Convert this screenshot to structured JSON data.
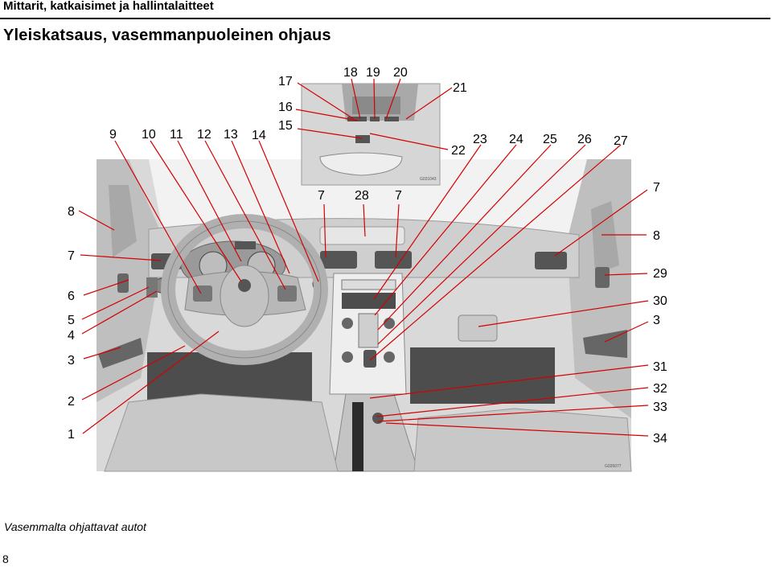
{
  "header": {
    "section": "Mittarit, katkaisimet ja hallintalaitteet"
  },
  "title": "Yleiskatsaus, vasemmanpuoleinen ohjaus",
  "caption": "Vasemmalta ohjattavat autot",
  "page_number": "8",
  "figure_codes": {
    "inset": "G031043",
    "main": "G035077"
  },
  "callouts": [
    {
      "id": "c1",
      "label": "1"
    },
    {
      "id": "c2",
      "label": "2"
    },
    {
      "id": "c3l",
      "label": "3"
    },
    {
      "id": "c4",
      "label": "4"
    },
    {
      "id": "c5",
      "label": "5"
    },
    {
      "id": "c6",
      "label": "6"
    },
    {
      "id": "c7l",
      "label": "7"
    },
    {
      "id": "c8l",
      "label": "8"
    },
    {
      "id": "c9",
      "label": "9"
    },
    {
      "id": "c10",
      "label": "10"
    },
    {
      "id": "c11",
      "label": "11"
    },
    {
      "id": "c12",
      "label": "12"
    },
    {
      "id": "c13",
      "label": "13"
    },
    {
      "id": "c14",
      "label": "14"
    },
    {
      "id": "c15",
      "label": "15"
    },
    {
      "id": "c16",
      "label": "16"
    },
    {
      "id": "c17",
      "label": "17"
    },
    {
      "id": "c18",
      "label": "18"
    },
    {
      "id": "c19",
      "label": "19"
    },
    {
      "id": "c20",
      "label": "20"
    },
    {
      "id": "c21",
      "label": "21"
    },
    {
      "id": "c22",
      "label": "22"
    },
    {
      "id": "c23",
      "label": "23"
    },
    {
      "id": "c24",
      "label": "24"
    },
    {
      "id": "c25",
      "label": "25"
    },
    {
      "id": "c26",
      "label": "26"
    },
    {
      "id": "c27",
      "label": "27"
    },
    {
      "id": "c7a",
      "label": "7"
    },
    {
      "id": "c28",
      "label": "28"
    },
    {
      "id": "c7b",
      "label": "7"
    },
    {
      "id": "c7r",
      "label": "7"
    },
    {
      "id": "c8r",
      "label": "8"
    },
    {
      "id": "c29",
      "label": "29"
    },
    {
      "id": "c30",
      "label": "30"
    },
    {
      "id": "c3r",
      "label": "3"
    },
    {
      "id": "c31",
      "label": "31"
    },
    {
      "id": "c32",
      "label": "32"
    },
    {
      "id": "c33",
      "label": "33"
    },
    {
      "id": "c34",
      "label": "34"
    }
  ]
}
